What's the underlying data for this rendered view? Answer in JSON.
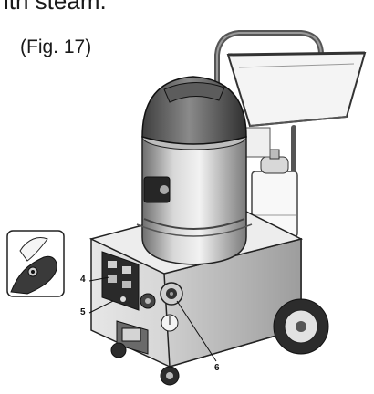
{
  "header": {
    "partial_text": "ith steam."
  },
  "figure": {
    "caption": "(Fig. 17)",
    "callouts": [
      "4",
      "5",
      "6"
    ]
  }
}
